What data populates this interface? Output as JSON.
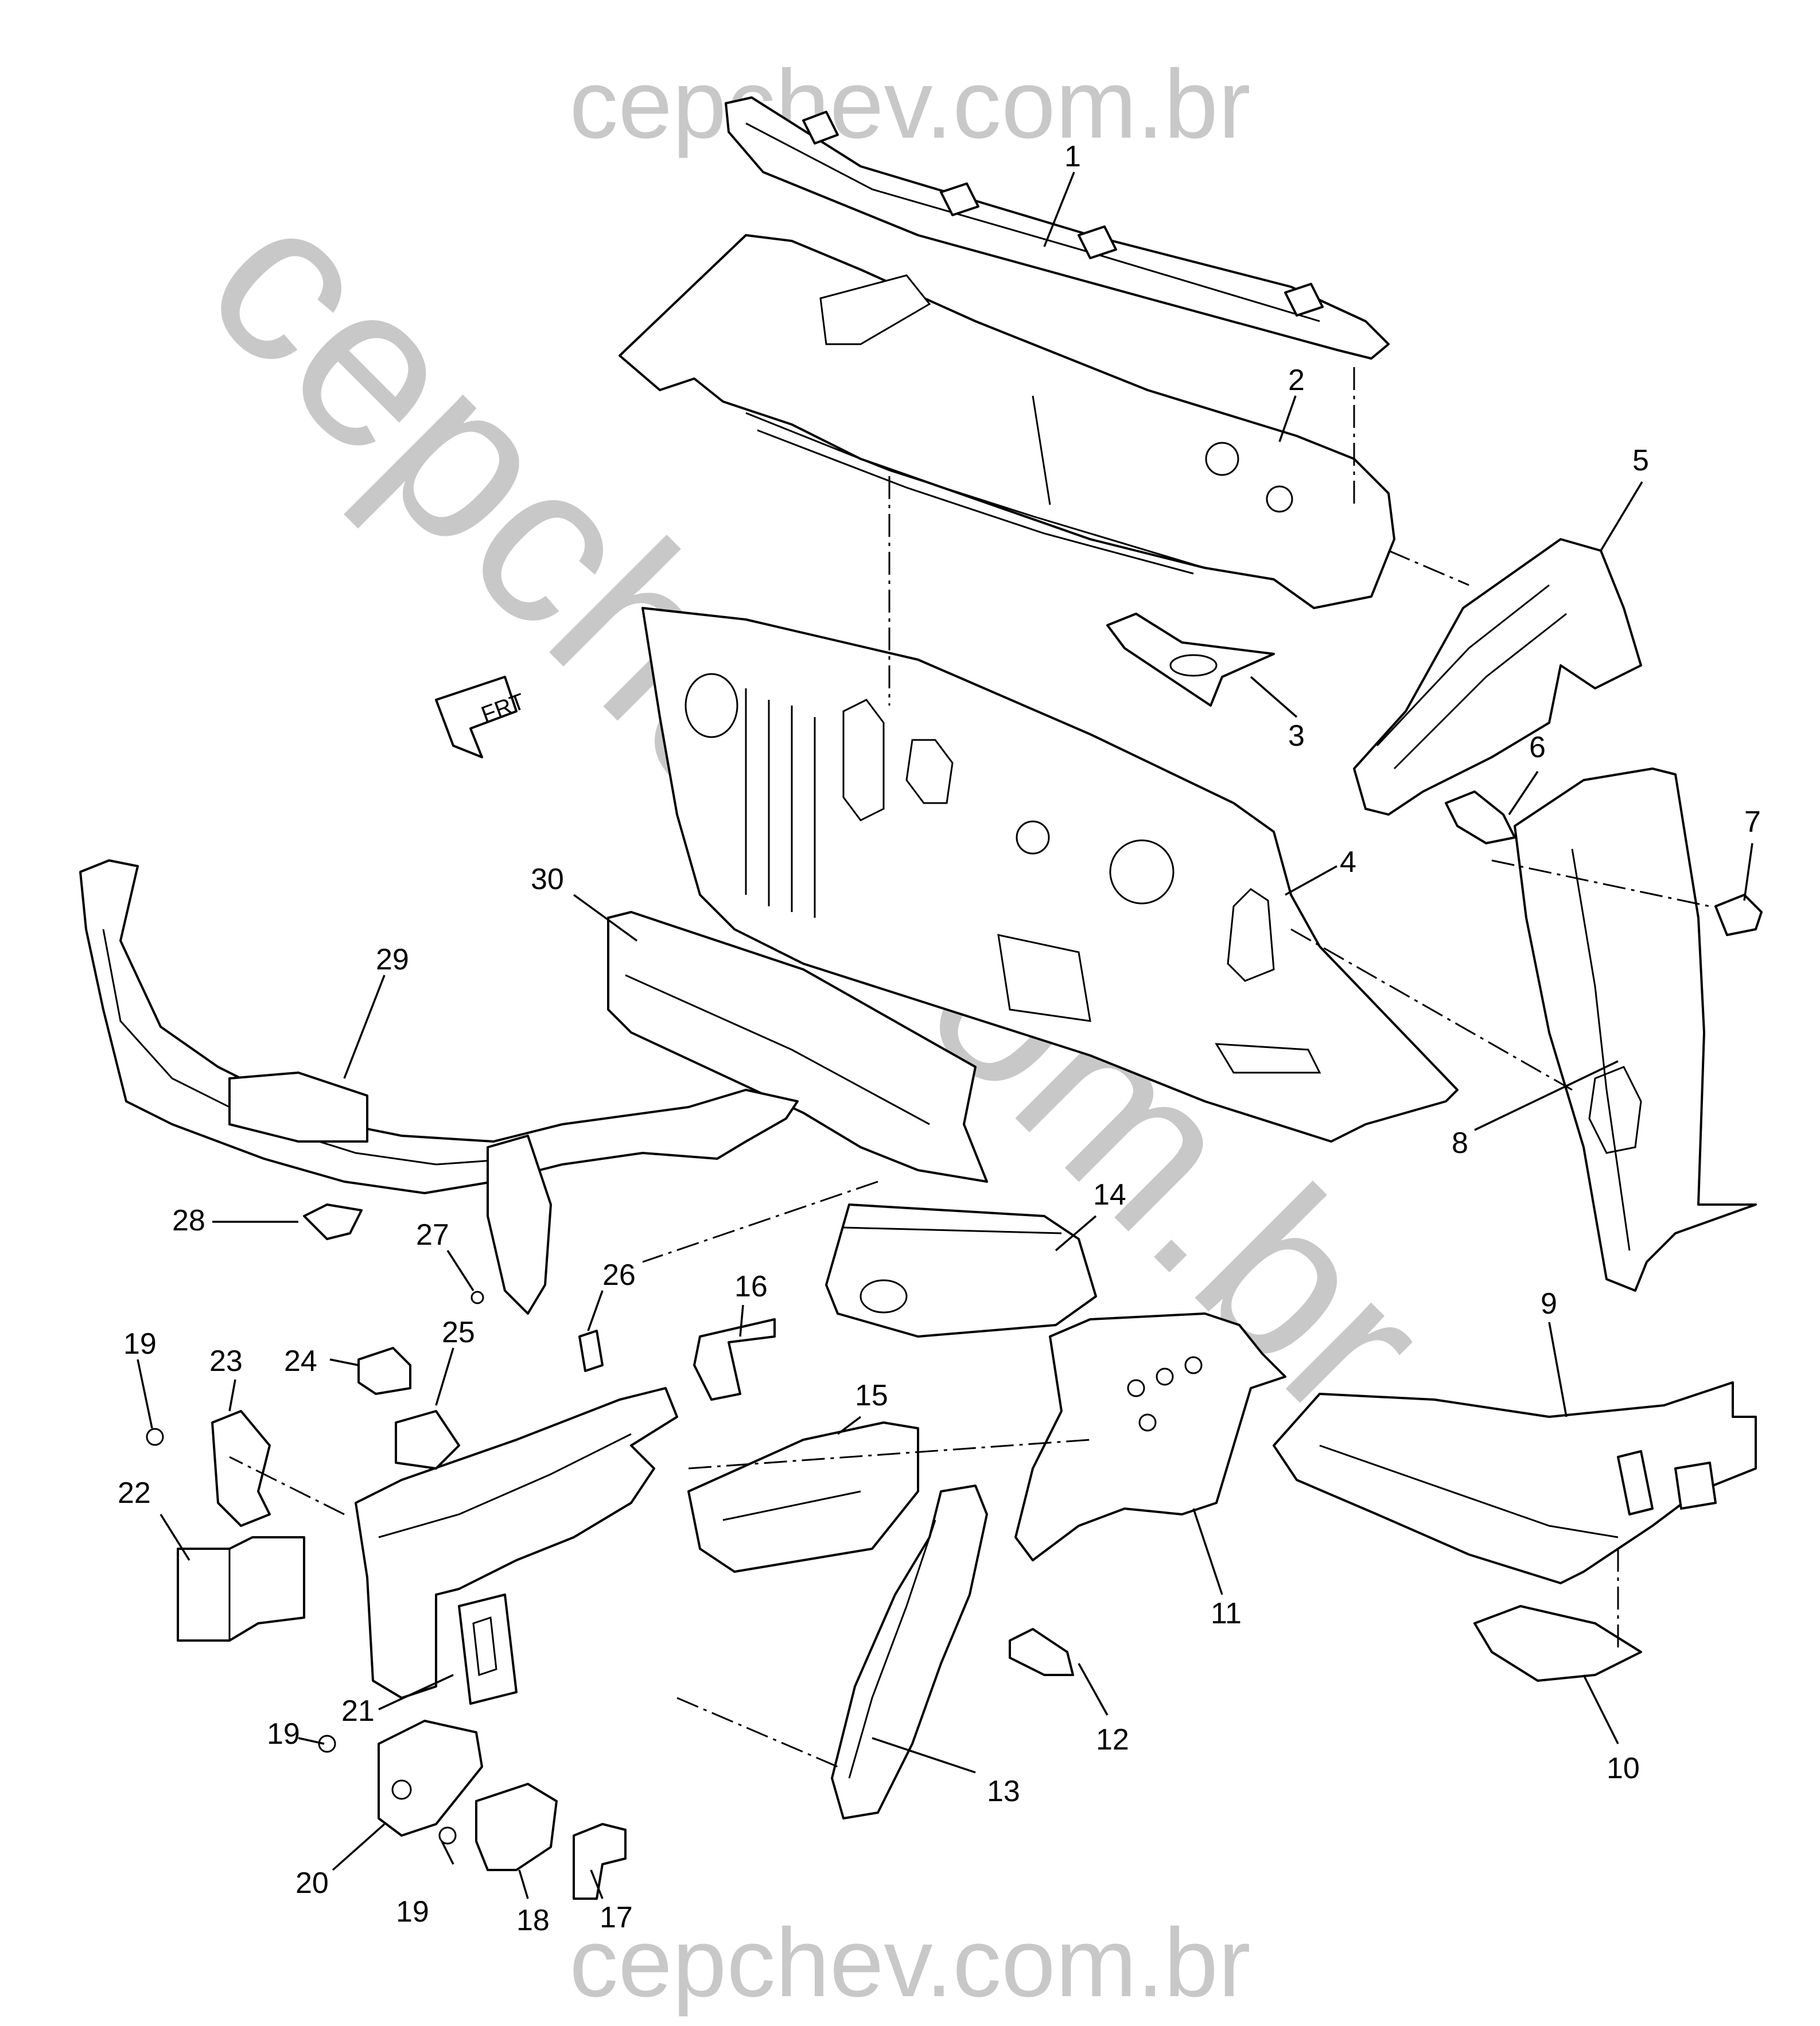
{
  "watermark": {
    "top": "cepchev.com.br",
    "bottom": "cepchev.com.br",
    "diagonal": "cepchev.com.br",
    "color": "#c8c8c8"
  },
  "orientation": {
    "label": "FRT",
    "icon": "front-direction-arrow-icon"
  },
  "callouts": [
    "1",
    "2",
    "3",
    "4",
    "5",
    "6",
    "7",
    "8",
    "9",
    "10",
    "11",
    "12",
    "13",
    "14",
    "15",
    "16",
    "17",
    "18",
    "19",
    "19",
    "19",
    "20",
    "21",
    "22",
    "23",
    "24",
    "25",
    "26",
    "27",
    "28",
    "29",
    "30"
  ],
  "colors": {
    "line": "#000000",
    "background": "#ffffff",
    "watermark": "#c8c8c8"
  }
}
